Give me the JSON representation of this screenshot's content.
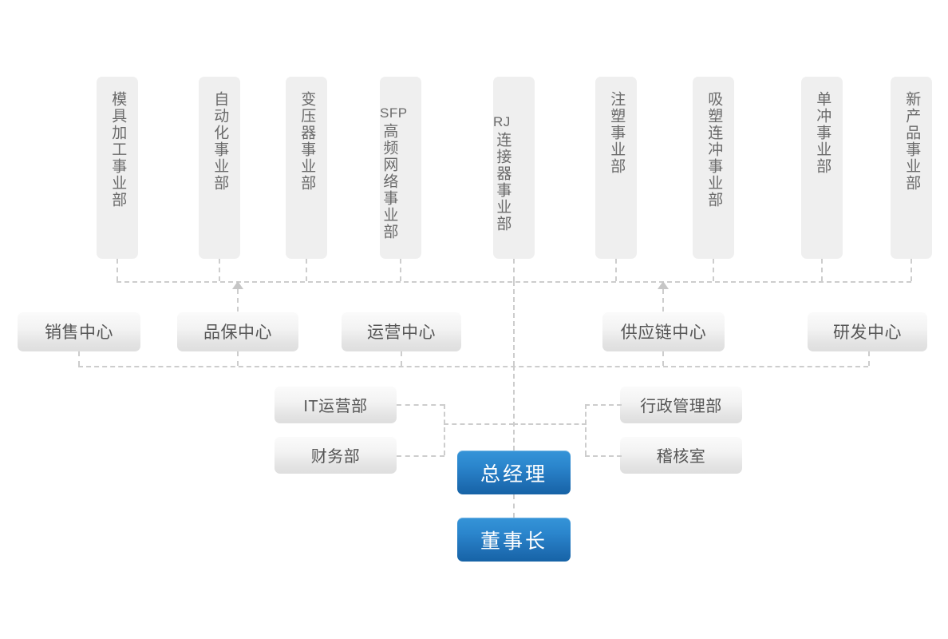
{
  "chart": {
    "title": "组织架构图",
    "type": "org-chart",
    "colors": {
      "box_gray": "#efefef",
      "pill_gray": "#f3f3f3",
      "exec_blue_top": "#3594d8",
      "exec_blue_bottom": "#1663a6",
      "line_gray": "#cdcdcd",
      "text_gray": "#5b5b5b",
      "text_white": "#ffffff"
    }
  },
  "levels": {
    "executives": [
      {
        "id": "gm",
        "label": "总经理"
      },
      {
        "id": "chairman",
        "label": "董事长"
      }
    ],
    "staff_left": [
      {
        "id": "it",
        "label": "IT运营部"
      },
      {
        "id": "finance",
        "label": "财务部"
      }
    ],
    "staff_right": [
      {
        "id": "admin",
        "label": "行政管理部"
      },
      {
        "id": "audit",
        "label": "稽核室"
      }
    ],
    "centers": [
      {
        "id": "sales",
        "label": "销售中心"
      },
      {
        "id": "quality",
        "label": "品保中心"
      },
      {
        "id": "operation",
        "label": "运营中心"
      },
      {
        "id": "supply",
        "label": "供应链中心"
      },
      {
        "id": "rnd",
        "label": "研发中心"
      }
    ],
    "divisions": [
      {
        "id": "mold",
        "label": "模具加工事业部"
      },
      {
        "id": "automation",
        "label": "自动化事业部"
      },
      {
        "id": "transformer",
        "label": "变压器事业部"
      },
      {
        "id": "sfp",
        "prefix": "SFP",
        "label": "高频网络事业部"
      },
      {
        "id": "rj",
        "prefix": "RJ",
        "label": "连接器事业部"
      },
      {
        "id": "injection",
        "label": "注塑事业部"
      },
      {
        "id": "blister",
        "label": "吸塑连冲事业部"
      },
      {
        "id": "stamping",
        "label": "单冲事业部"
      },
      {
        "id": "newproduct",
        "label": "新产品事业部"
      }
    ]
  }
}
